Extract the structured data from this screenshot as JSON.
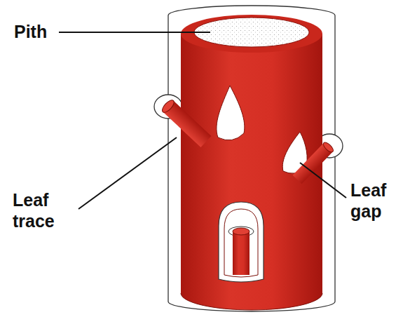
{
  "diagram": {
    "labels": [
      "Pith",
      "Leaf trace",
      "Leaf gap"
    ]
  }
}
